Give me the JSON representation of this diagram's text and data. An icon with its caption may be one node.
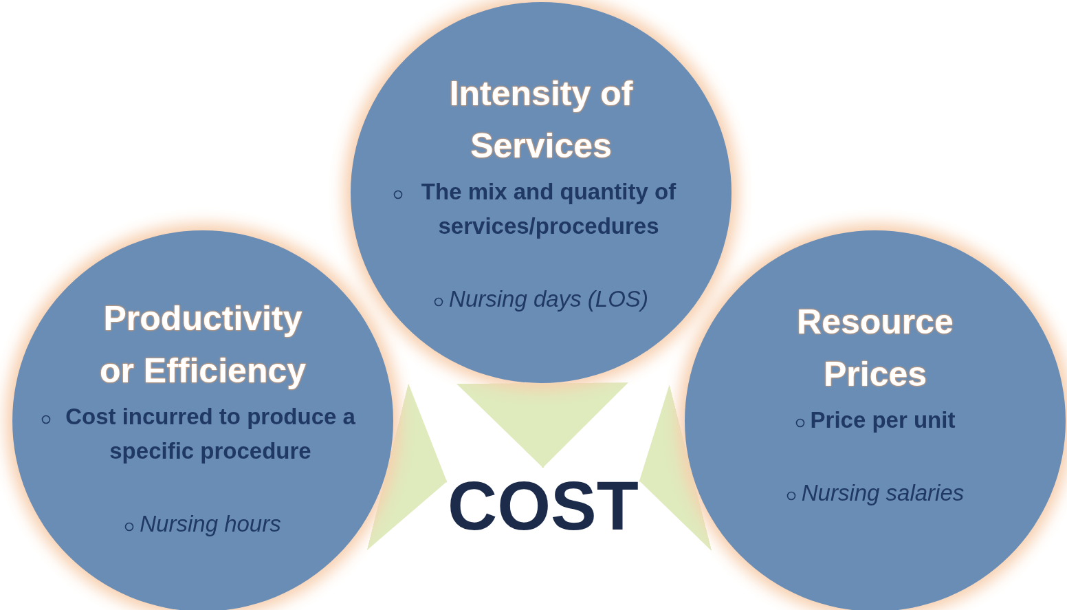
{
  "diagram": {
    "nodes": [
      {
        "text": [
          "Productivity or Efficiency",
          "Cost incurred to produce a specific procedure",
          "Nursing hours"
        ]
      },
      {
        "text": [
          "Intensity of Services",
          "The mix and quantity of services/procedures",
          "Nursing days (LOS)"
        ]
      },
      {
        "text": [
          "Resource Prices",
          "Price per unit",
          "Nursing salaries"
        ]
      },
      {
        "text": [
          "COST"
        ]
      }
    ],
    "edges": [
      {
        "from": 0,
        "to": 3,
        "arrow": "to"
      },
      {
        "from": 1,
        "to": 3,
        "arrow": "to"
      },
      {
        "from": 2,
        "to": 3,
        "arrow": "to"
      }
    ]
  }
}
